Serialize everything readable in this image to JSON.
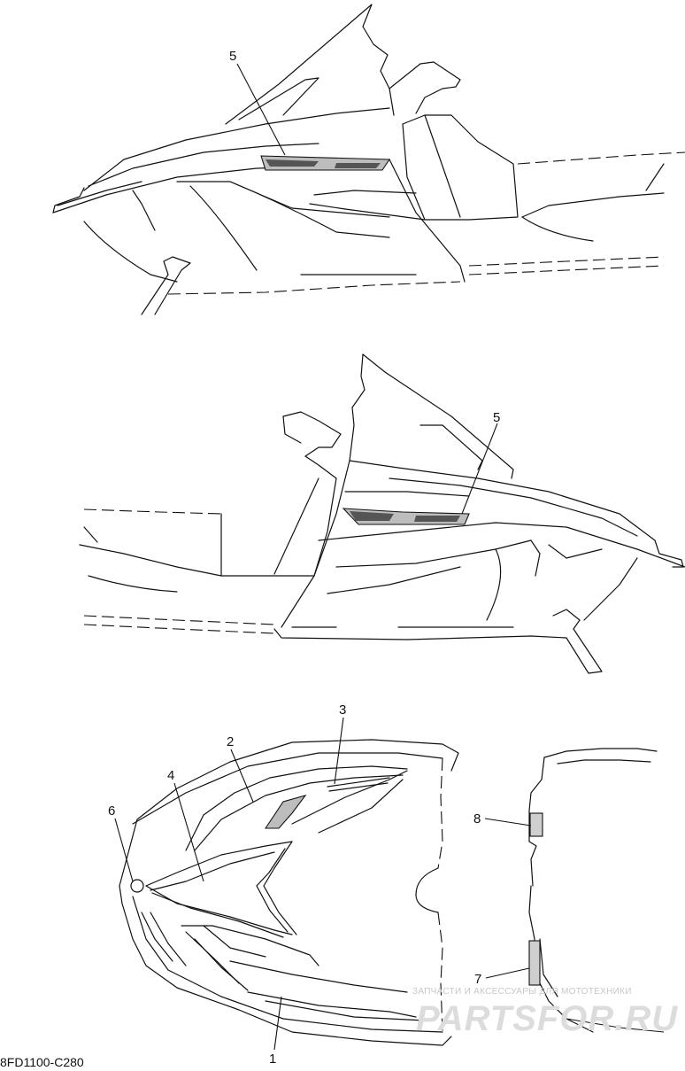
{
  "part_code": "8FD1100-C280",
  "watermark": {
    "tagline": "ЗАПЧАСТИ И АКСЕССУАРЫ ДЛЯ МОТОТЕХНИКИ",
    "site": "PARTSFOR.RU"
  },
  "callouts": {
    "c1": "1",
    "c2": "2",
    "c3": "3",
    "c4": "4",
    "c5_left_view": "5",
    "c5_right_view": "5",
    "c6": "6",
    "c7": "7",
    "c8": "8"
  }
}
